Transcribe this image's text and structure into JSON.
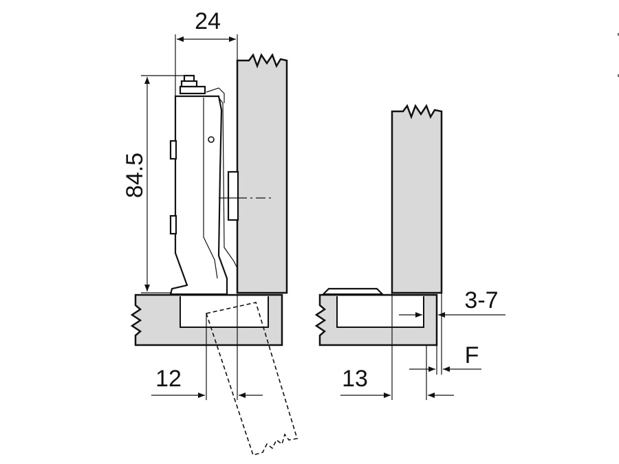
{
  "dimensions": {
    "width_top": "24",
    "height_left": "84.5",
    "offset_left": "12",
    "offset_right": "13",
    "overlay_range": "3-7",
    "gap_label": "F"
  },
  "colors": {
    "panel_fill": "#d9d9d9",
    "line": "#111111",
    "background": "#ffffff"
  }
}
